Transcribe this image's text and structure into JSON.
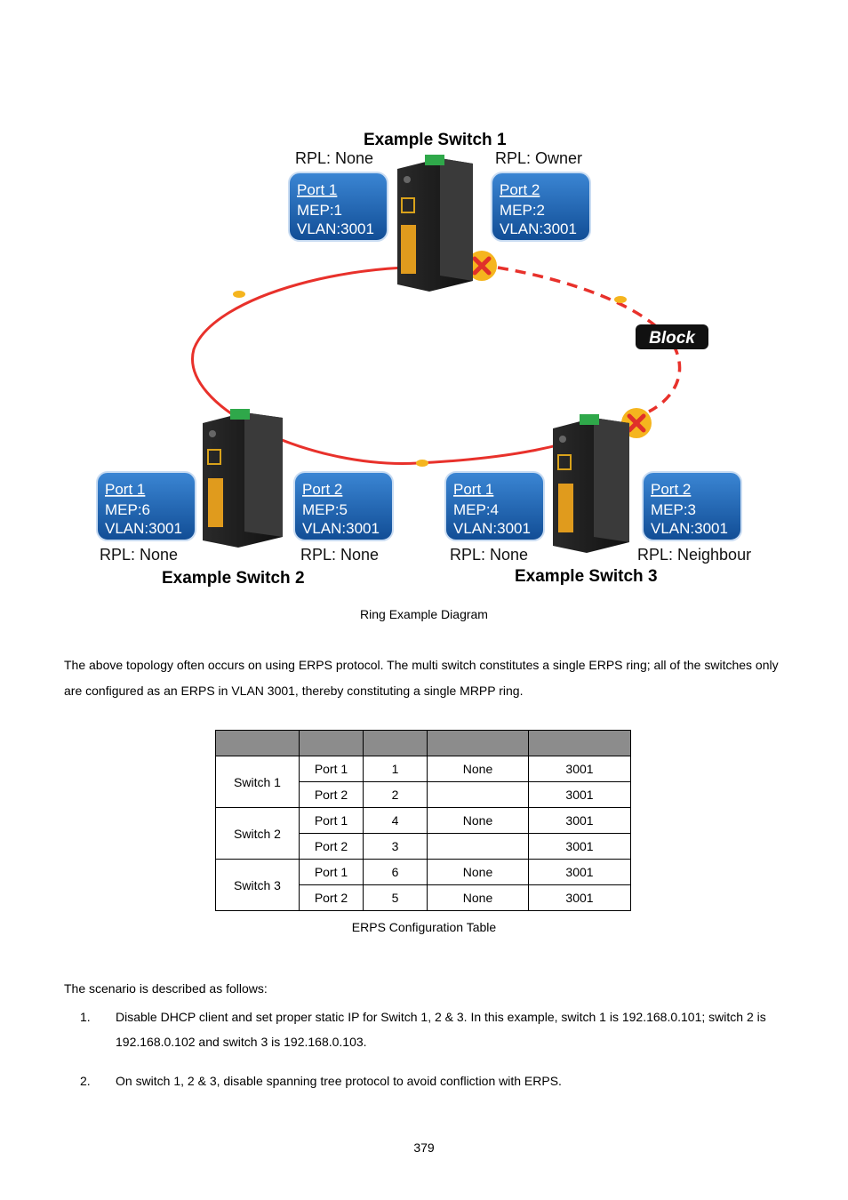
{
  "diagram": {
    "switches": [
      {
        "title": "Example Switch 1",
        "left": {
          "rpl": "RPL: None",
          "port": "Port 1",
          "mep": "MEP:1",
          "vlan": "VLAN:3001"
        },
        "right": {
          "rpl": "RPL: Owner",
          "port": "Port 2",
          "mep": "MEP:2",
          "vlan": "VLAN:3001"
        }
      },
      {
        "title": "Example Switch 2",
        "left": {
          "rpl": "RPL: None",
          "port": "Port 1",
          "mep": "MEP:6",
          "vlan": "VLAN:3001"
        },
        "right": {
          "rpl": "RPL: None",
          "port": "Port 2",
          "mep": "MEP:5",
          "vlan": "VLAN:3001"
        }
      },
      {
        "title": "Example Switch 3",
        "left": {
          "rpl": "RPL: None",
          "port": "Port 1",
          "mep": "MEP:4",
          "vlan": "VLAN:3001"
        },
        "right": {
          "rpl": "RPL: Neighbour",
          "port": "Port 2",
          "mep": "MEP:3",
          "vlan": "VLAN:3001"
        }
      }
    ],
    "block_label": "Block",
    "colors": {
      "ring": "#e8312b",
      "box": "#1a5ea8",
      "block_x": "#f5b51e"
    }
  },
  "diagram_caption": "Ring Example Diagram",
  "intro": "The above topology often occurs on using ERPS protocol. The multi switch constitutes a single ERPS ring; all of the switches only are configured as an ERPS in VLAN 3001, thereby constituting a single MRPP ring.",
  "table": {
    "headers": [
      "",
      "",
      "",
      "",
      ""
    ],
    "groups": [
      {
        "switch": "Switch 1",
        "rows": [
          {
            "port": "Port 1",
            "mep": "1",
            "rpl": "None",
            "vlan": "3001"
          },
          {
            "port": "Port 2",
            "mep": "2",
            "rpl": "",
            "vlan": "3001"
          }
        ]
      },
      {
        "switch": "Switch 2",
        "rows": [
          {
            "port": "Port 1",
            "mep": "4",
            "rpl": "None",
            "vlan": "3001"
          },
          {
            "port": "Port 2",
            "mep": "3",
            "rpl": "",
            "vlan": "3001"
          }
        ]
      },
      {
        "switch": "Switch 3",
        "rows": [
          {
            "port": "Port 1",
            "mep": "6",
            "rpl": "None",
            "vlan": "3001"
          },
          {
            "port": "Port 2",
            "mep": "5",
            "rpl": "None",
            "vlan": "3001"
          }
        ]
      }
    ]
  },
  "table_caption": "ERPS Configuration Table",
  "scenario_intro": "The scenario is described as follows:",
  "steps": [
    {
      "num": "1.",
      "text": "Disable DHCP client and set proper static IP for Switch 1, 2 & 3. In this example, switch 1 is 192.168.0.101; switch 2 is 192.168.0.102 and switch 3 is 192.168.0.103."
    },
    {
      "num": "2.",
      "text": "On switch 1, 2 & 3, disable spanning tree protocol to avoid confliction with ERPS."
    }
  ],
  "page_number": "379"
}
